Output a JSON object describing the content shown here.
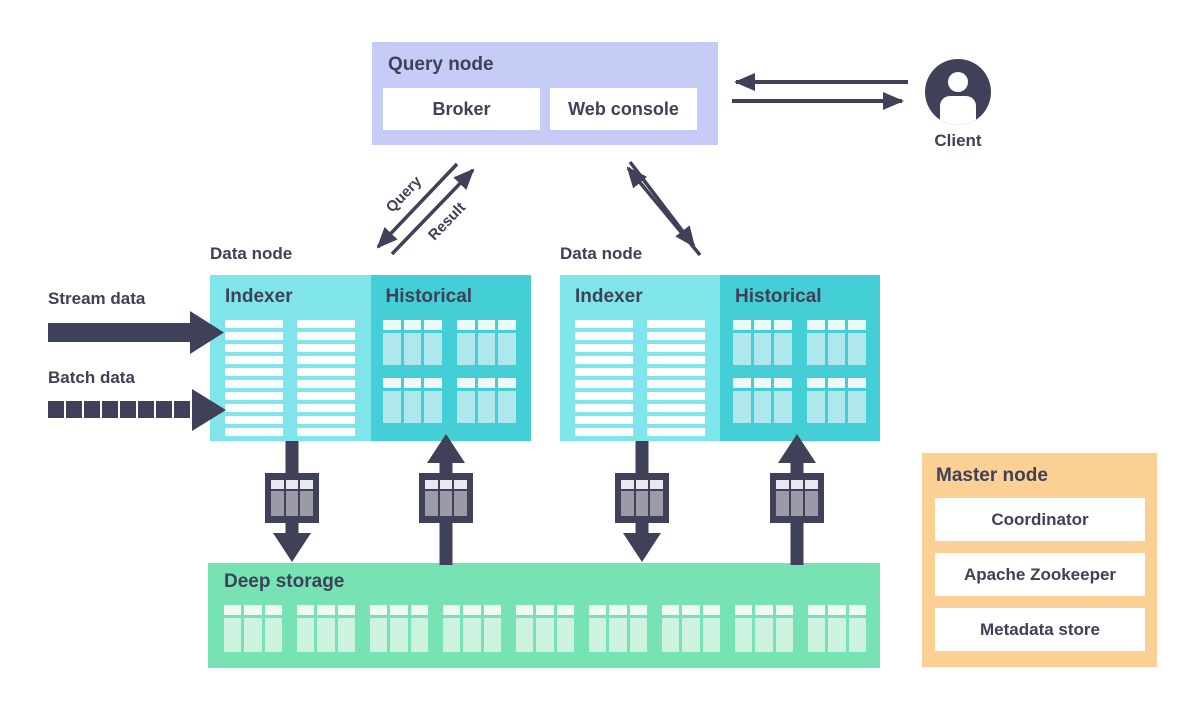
{
  "query_node": {
    "title": "Query node",
    "broker": "Broker",
    "web_console": "Web console"
  },
  "client": {
    "label": "Client"
  },
  "flow_labels": {
    "query": "Query",
    "result": "Result"
  },
  "data_nodes": [
    {
      "title": "Data node",
      "indexer": "Indexer",
      "historical": "Historical"
    },
    {
      "title": "Data node",
      "indexer": "Indexer",
      "historical": "Historical"
    }
  ],
  "ingest": {
    "stream_label": "Stream data",
    "batch_label": "Batch data"
  },
  "deep_storage": {
    "title": "Deep storage",
    "table_count": 9
  },
  "master_node": {
    "title": "Master node",
    "components": [
      "Coordinator",
      "Apache Zookeeper",
      "Metadata store"
    ]
  },
  "icons": {
    "client": "person-icon",
    "segment": "table-segment-icon",
    "stream_arrow": "solid-right-arrow",
    "batch_arrow": "dashed-right-arrow"
  },
  "colors": {
    "text": "#3e4157",
    "arrow": "#3e4157",
    "query_node_bg": "#c6ccf5",
    "indexer_bg": "#7fe5ea",
    "historical_bg": "#44ced6",
    "historical_table_body": "#aee8ed",
    "historical_table_head": "#eefafa",
    "deep_storage_bg": "#77e2b3",
    "deep_storage_table_body": "#cdf3e0",
    "deep_storage_table_head": "#eefaf3",
    "master_node_bg": "#fbd095",
    "icon_dark": "#3e4157",
    "icon_gray": "#9b9ba8",
    "icon_light": "#e8e8ee",
    "white": "#ffffff"
  }
}
